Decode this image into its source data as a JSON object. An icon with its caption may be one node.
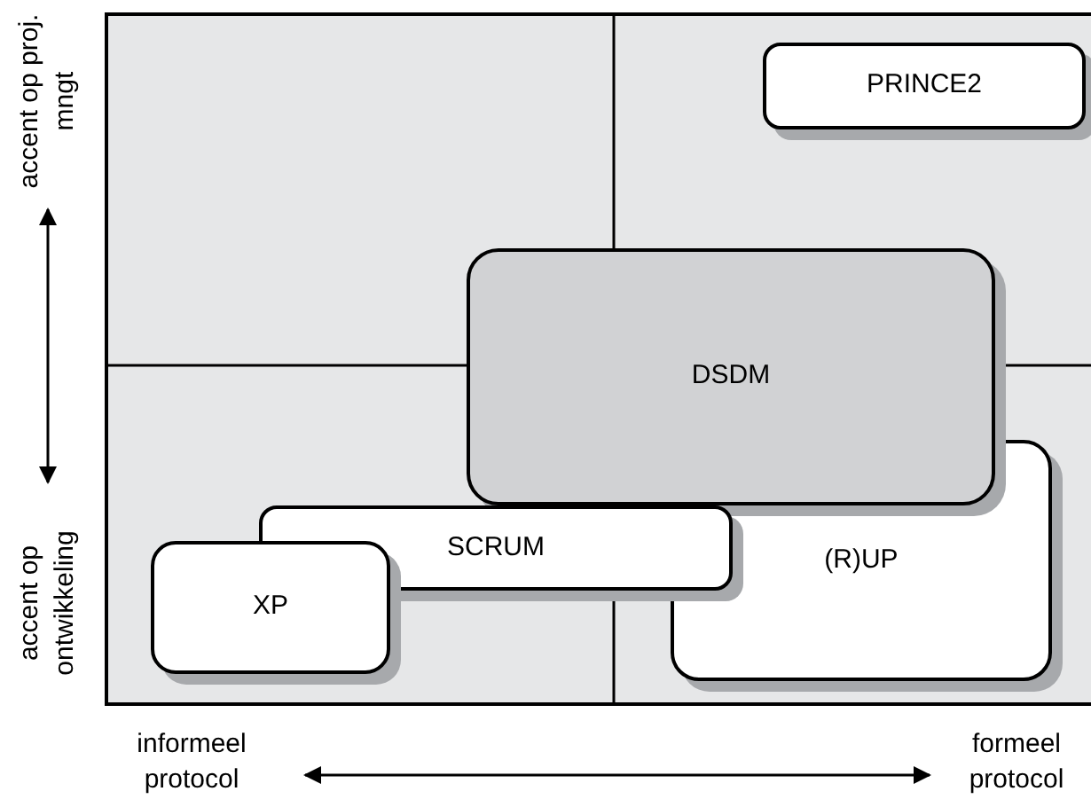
{
  "diagram": {
    "nodes": [
      {
        "text": [
          "PRINCE2"
        ]
      },
      {
        "text": [
          "DSDM"
        ]
      },
      {
        "text": [
          "(R)UP"
        ]
      },
      {
        "text": [
          "SCRUM"
        ]
      },
      {
        "text": [
          "XP"
        ]
      }
    ],
    "labels": [
      "accent op proj. mngt",
      "accent op ontwikkeling",
      "informeel protocol",
      "formeel protocol"
    ]
  }
}
